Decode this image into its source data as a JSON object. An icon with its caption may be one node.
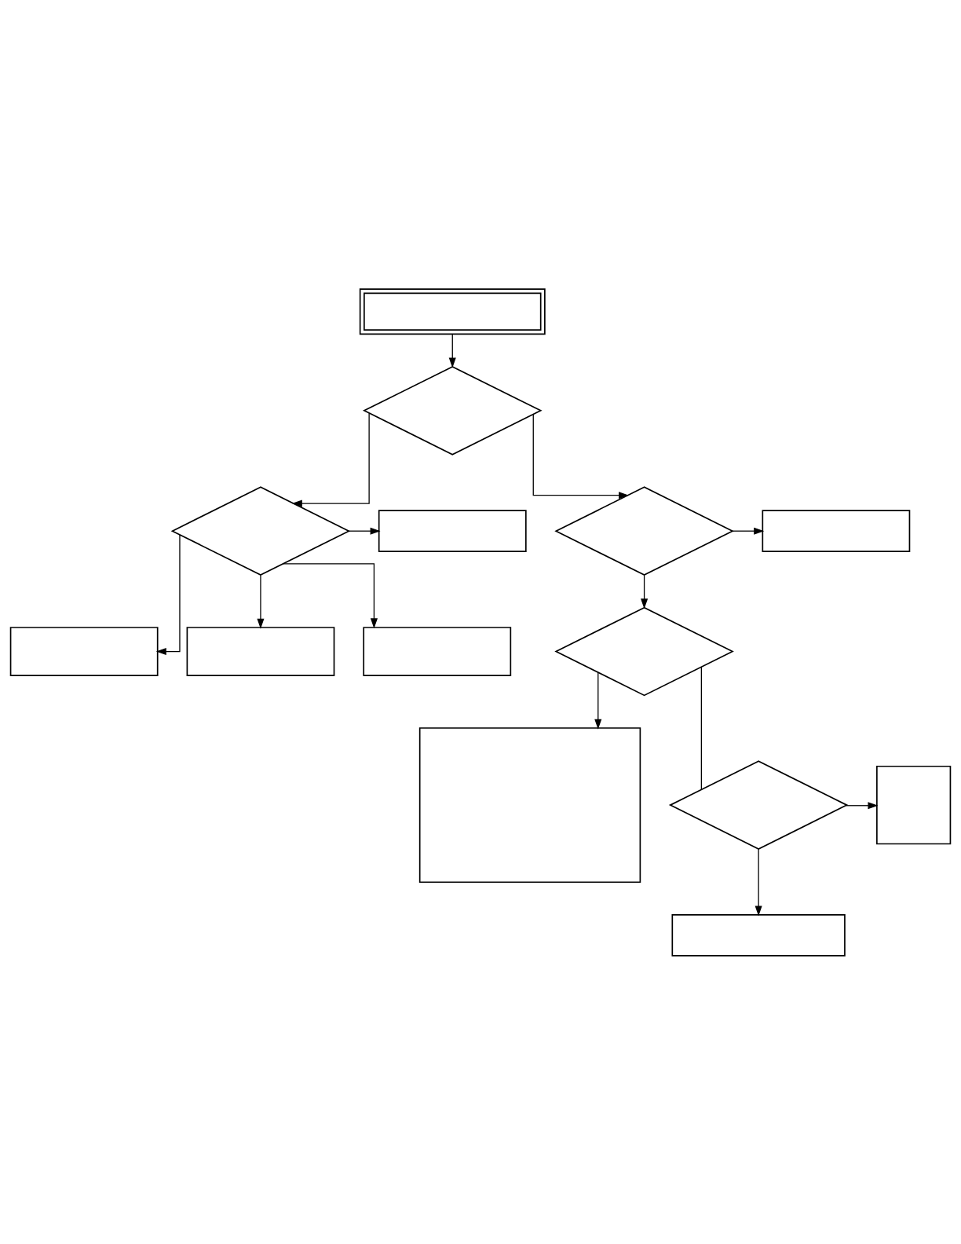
{
  "diagram": {
    "nodes": [
      {
        "text": [],
        "shape": "box"
      },
      {
        "text": [],
        "shape": "diamond"
      },
      {
        "text": [],
        "shape": "diamond"
      },
      {
        "text": [],
        "shape": "box"
      },
      {
        "text": [],
        "shape": "box"
      },
      {
        "text": [],
        "shape": "box"
      },
      {
        "text": [],
        "shape": "box"
      },
      {
        "text": [],
        "shape": "diamond"
      },
      {
        "text": [],
        "shape": "box"
      },
      {
        "text": [],
        "shape": "diamond"
      },
      {
        "text": [],
        "shape": "box"
      },
      {
        "text": [],
        "shape": "diamond"
      },
      {
        "text": [],
        "shape": "box"
      },
      {
        "text": [],
        "shape": "box"
      }
    ],
    "edges": [
      {
        "from": 0,
        "to": 1,
        "arrow": "to"
      },
      {
        "from": 1,
        "to": 2,
        "arrow": "to"
      },
      {
        "from": 1,
        "to": 7,
        "arrow": "to"
      },
      {
        "from": 2,
        "to": 3,
        "arrow": "to"
      },
      {
        "from": 2,
        "to": 4,
        "arrow": "to"
      },
      {
        "from": 2,
        "to": 5,
        "arrow": "to"
      },
      {
        "from": 2,
        "to": 6,
        "arrow": "to"
      },
      {
        "from": 7,
        "to": 8,
        "arrow": "to"
      },
      {
        "from": 7,
        "to": 9,
        "arrow": "to"
      },
      {
        "from": 9,
        "to": 10,
        "arrow": "to"
      },
      {
        "from": 9,
        "to": 11,
        "arrow": "none"
      },
      {
        "from": 11,
        "to": 12,
        "arrow": "to"
      },
      {
        "from": 11,
        "to": 13,
        "arrow": "to"
      }
    ]
  }
}
